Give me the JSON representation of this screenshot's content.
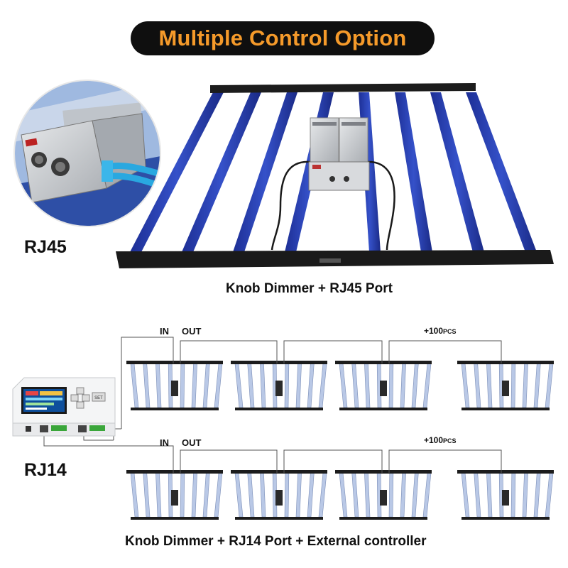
{
  "title": "Multiple Control Option",
  "rj45": {
    "label": "RJ45",
    "caption": "Knob Dimmer + RJ45 Port"
  },
  "rj14": {
    "label": "RJ14",
    "caption": "Knob Dimmer + RJ14 Port + External controller",
    "chains": [
      {
        "in_label": "IN",
        "out_label": "OUT",
        "count_label": "+100",
        "count_unit": "PCS"
      },
      {
        "in_label": "IN",
        "out_label": "OUT",
        "count_label": "+100",
        "count_unit": "PCS"
      }
    ],
    "controller_button": "SET"
  },
  "colors": {
    "title_bg": "#0f0f0f",
    "title_text": "#f59a2a",
    "bar_blue": "#2a3fae",
    "frame_black": "#1c1c1c",
    "module_gray": "#c9ccd0"
  }
}
